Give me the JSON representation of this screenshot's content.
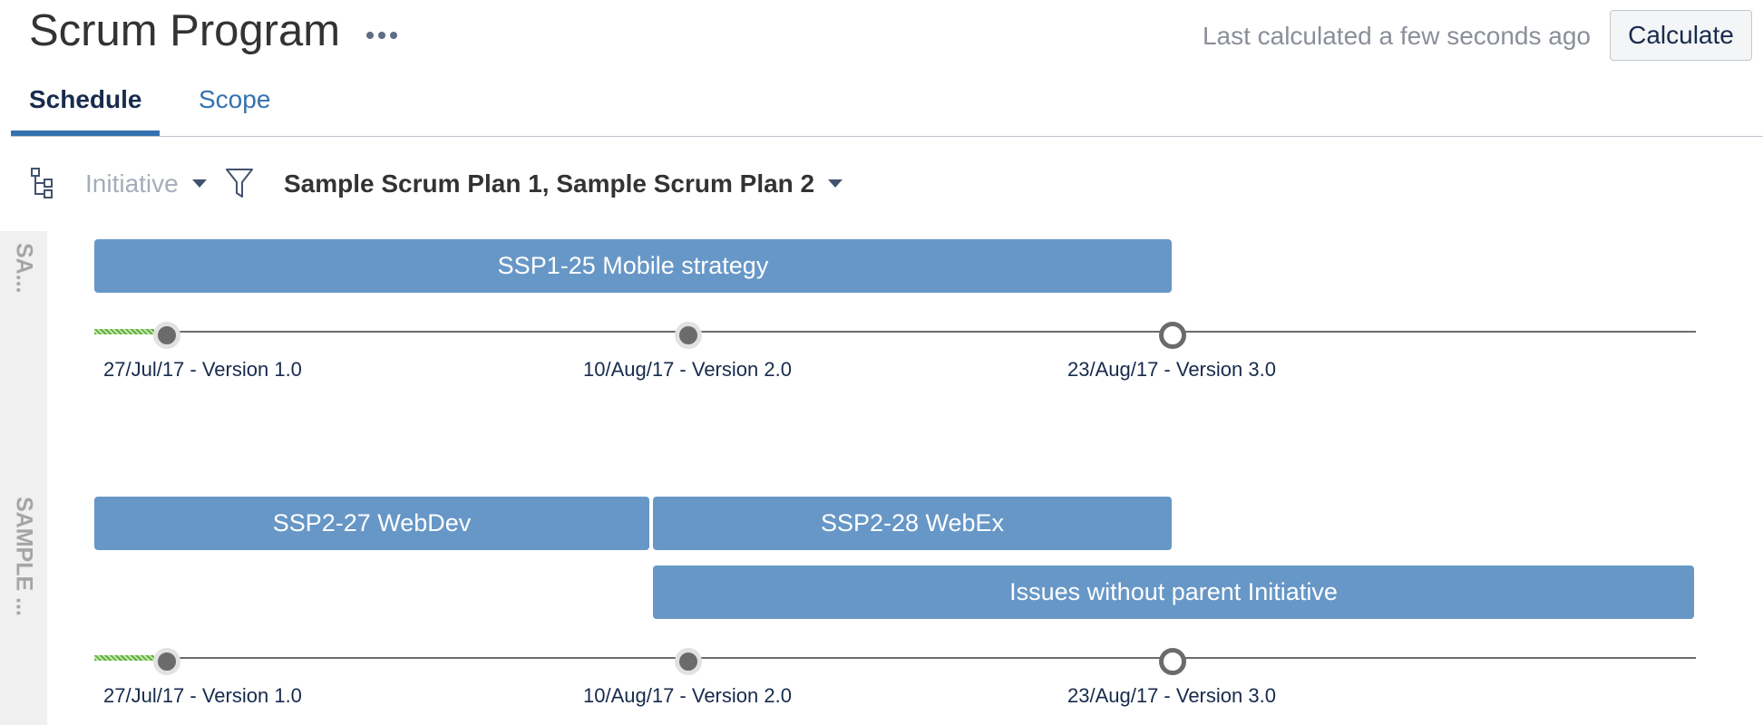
{
  "header": {
    "title": "Scrum Program",
    "more_icon": "ellipsis-icon",
    "last_calculated": "Last calculated a few seconds ago",
    "calculate_label": "Calculate"
  },
  "tabs": [
    {
      "label": "Schedule",
      "active": true
    },
    {
      "label": "Scope",
      "active": false
    }
  ],
  "toolbar": {
    "hierarchy_icon": "hierarchy-icon",
    "hierarchy_level": "Initiative",
    "filter_icon": "filter-icon",
    "plans": "Sample Scrum Plan 1, Sample Scrum Plan 2"
  },
  "colors": {
    "accent": "#3572b0",
    "bar": "#6797c7",
    "progress": "#5faf3a"
  },
  "swimlanes": [
    {
      "label": "SA...",
      "bars": [
        "SSP1-25 Mobile strategy"
      ],
      "milestones": [
        {
          "date": "27/Jul/17",
          "label": "27/Jul/17 - Version 1.0",
          "released": true
        },
        {
          "date": "10/Aug/17",
          "label": "10/Aug/17 - Version 2.0",
          "released": true
        },
        {
          "date": "23/Aug/17",
          "label": "23/Aug/17 - Version 3.0",
          "released": false
        }
      ]
    },
    {
      "label": "SAMPLE ...",
      "bars": [
        "SSP2-27 WebDev",
        "SSP2-28 WebEx",
        "Issues without parent Initiative"
      ],
      "milestones": [
        {
          "date": "27/Jul/17",
          "label": "27/Jul/17 - Version 1.0",
          "released": true
        },
        {
          "date": "10/Aug/17",
          "label": "10/Aug/17 - Version 2.0",
          "released": true
        },
        {
          "date": "23/Aug/17",
          "label": "23/Aug/17 - Version 3.0",
          "released": false
        }
      ]
    }
  ]
}
